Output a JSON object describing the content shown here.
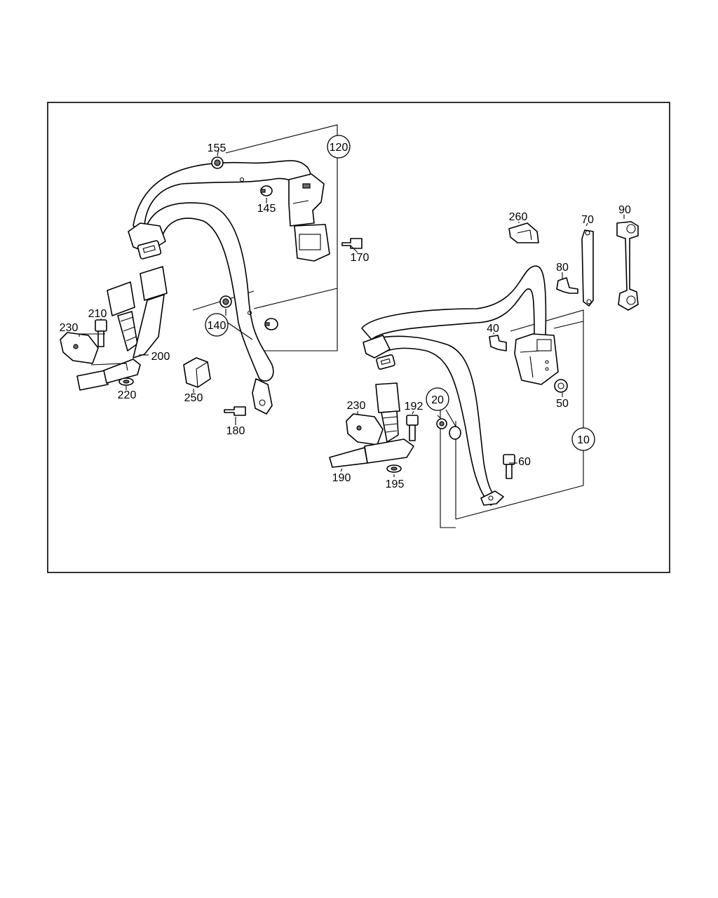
{
  "diagram": {
    "labels": {
      "p155": "155",
      "p120": "120",
      "p145": "145",
      "p170": "170",
      "p140": "140",
      "p210": "210",
      "p230a": "230",
      "p200": "200",
      "p220": "220",
      "p250": "250",
      "p180": "180",
      "p260": "260",
      "p70": "70",
      "p90": "90",
      "p80": "80",
      "p40": "40",
      "p50": "50",
      "p20": "20",
      "p230b": "230",
      "p192": "192",
      "p10": "10",
      "p60": "60",
      "p190": "190",
      "p195": "195"
    }
  }
}
